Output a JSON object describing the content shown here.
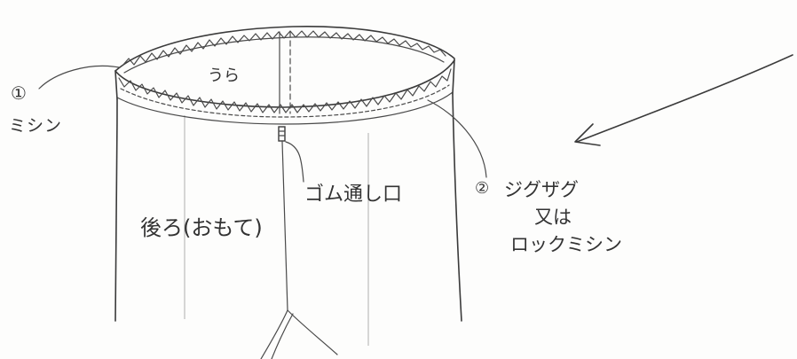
{
  "labels": {
    "inside": "うら",
    "step1_number": "①",
    "step1_text": "ミシン",
    "elastic_opening": "ゴム通し口",
    "back_outside": "後ろ(おもて)",
    "step2_number": "②",
    "step2_line1": "ジグザグ",
    "step2_line2": "又は",
    "step2_line3": "ロックミシン"
  },
  "colors": {
    "ink": "#3a3a3a",
    "paper": "#fdfdfc"
  }
}
